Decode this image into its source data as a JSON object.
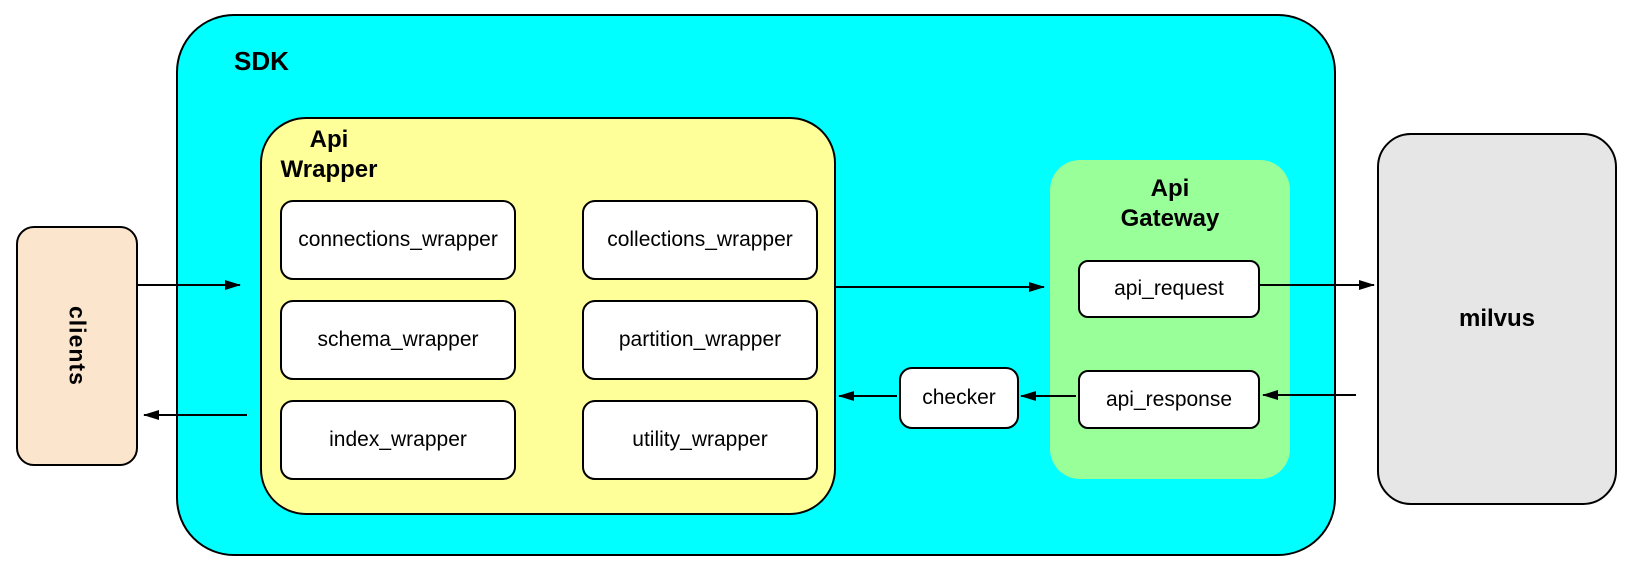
{
  "diagram": {
    "nodes": {
      "clients": "clients",
      "sdk": "SDK",
      "api_wrapper_line1": "Api",
      "api_wrapper_line2": "Wrapper",
      "wrappers": [
        "connections_wrapper",
        "collections_wrapper",
        "schema_wrapper",
        "partition_wrapper",
        "index_wrapper",
        "utility_wrapper"
      ],
      "checker": "checker",
      "api_gateway_line1": "Api",
      "api_gateway_line2": "Gateway",
      "api_request": "api_request",
      "api_response": "api_response",
      "milvus": "milvus"
    },
    "colors": {
      "sdk_fill": "#00FFFF",
      "api_wrapper_fill": "#FFFF99",
      "api_gateway_fill": "#99FF99",
      "clients_fill": "#FCE5CD",
      "milvus_fill": "#E6E6E6",
      "inner_node_fill": "#FFFFFF",
      "border": "#000000"
    },
    "edges": [
      {
        "from": "clients",
        "to": "sdk"
      },
      {
        "from": "api_wrapper",
        "to": "api_gateway"
      },
      {
        "from": "api_request",
        "to": "milvus"
      },
      {
        "from": "milvus",
        "to": "api_response"
      },
      {
        "from": "api_response",
        "to": "checker"
      },
      {
        "from": "checker",
        "to": "api_wrapper"
      },
      {
        "from": "api_wrapper",
        "to": "clients"
      }
    ]
  }
}
